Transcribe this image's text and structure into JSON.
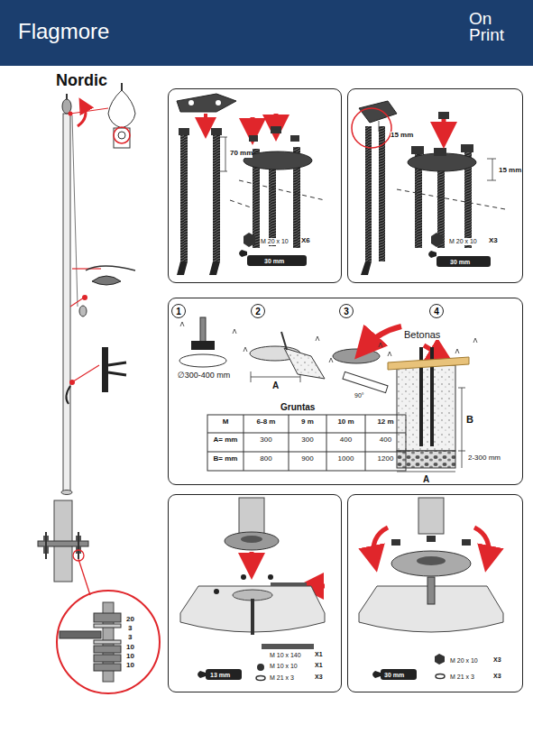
{
  "diagram": {
    "title": "Nordic",
    "nodes": [
      {
        "text": [
          "Flagmore",
          "On Print"
        ]
      },
      {
        "text": [
          "70 mm",
          "M 20 x 10",
          "X6",
          "30 mm"
        ]
      },
      {
        "text": [
          "15 mm",
          "15 mm",
          "M 20 x 10",
          "X3",
          "30 mm"
        ]
      },
      {
        "text": [
          "Betonas",
          "∅300-400 mm",
          "A",
          "90°",
          "B",
          "2-300 mm",
          "A",
          "Gruntas"
        ]
      },
      {
        "text": [
          "1"
        ],
        "in": 3
      },
      {
        "text": [
          "2"
        ],
        "in": 3
      },
      {
        "text": [
          "3"
        ],
        "in": 3
      },
      {
        "text": [
          "4"
        ],
        "in": 3
      },
      {
        "text": [
          "20",
          "3",
          "3",
          "10",
          "10",
          "10"
        ]
      },
      {
        "text": [
          "13 mm",
          "M 10 x 140",
          "X1",
          "M 10 x 10",
          "X1",
          "M 21 x 3",
          "X3"
        ]
      },
      {
        "text": [
          "30 mm",
          "M 20 x 10",
          "X3",
          "M 21 x 3",
          "X3"
        ]
      }
    ],
    "labels": [
      "M",
      "6-8 m",
      "9 m",
      "10 m",
      "12 m",
      "A= mm",
      "300",
      "300",
      "400",
      "400",
      "B= mm",
      "800",
      "900",
      "1000",
      "1200"
    ]
  }
}
